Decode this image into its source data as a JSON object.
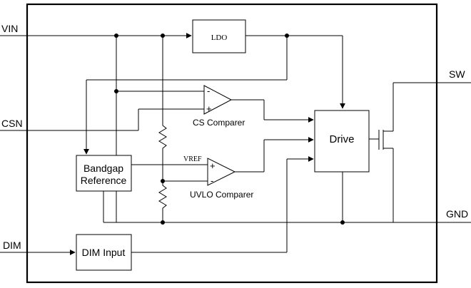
{
  "pins": {
    "vin": "VIN",
    "csn": "CSN",
    "dim": "DIM",
    "sw": "SW",
    "gnd": "GND"
  },
  "blocks": {
    "ldo": "LDO",
    "drive": "Drive",
    "bandgap_line1": "Bandgap",
    "bandgap_line2": "Reference",
    "dim_input": "DIM Input"
  },
  "comparators": {
    "cs_label": "CS Comparer",
    "uvlo_label": "UVLO Comparer",
    "minus": "-",
    "plus": "+"
  },
  "signals": {
    "vref": "VREF"
  },
  "colors": {
    "line": "#000000",
    "background": "#ffffff"
  }
}
